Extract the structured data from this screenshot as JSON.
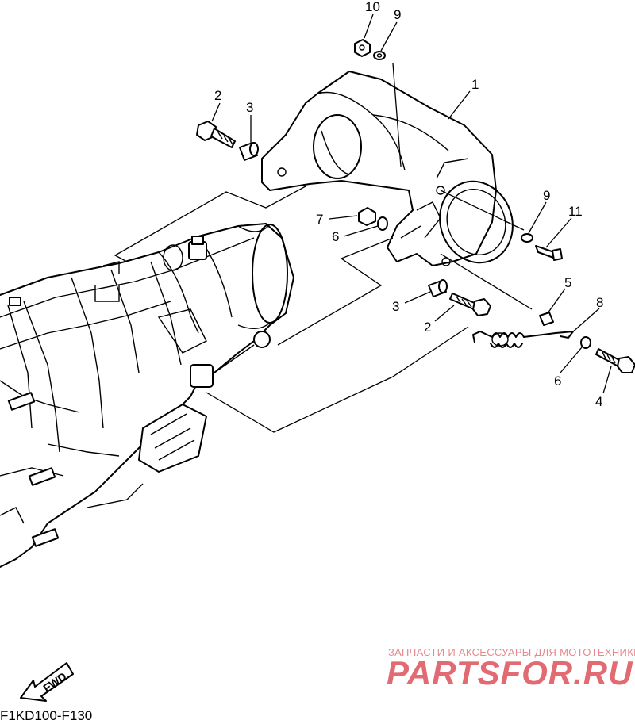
{
  "diagram": {
    "callouts": [
      "1",
      "2",
      "3",
      "2",
      "3",
      "4",
      "5",
      "6",
      "6",
      "7",
      "8",
      "9",
      "9",
      "10",
      "11"
    ],
    "fwd_label": "FWD",
    "drawing_code": "F1KD100-F130"
  },
  "watermark": {
    "tagline": "ЗАПЧАСТИ И АКСЕССУАРЫ ДЛЯ МОТОТЕХНИКИ",
    "logo_text": "PARTSFOR.RU"
  },
  "colors": {
    "watermark": "#e26a73",
    "line": "#000000"
  }
}
